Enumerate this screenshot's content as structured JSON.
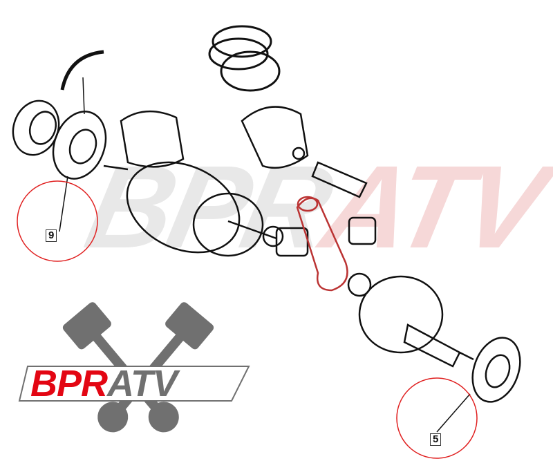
{
  "watermark": {
    "text_a": "BPR",
    "text_b": "ATV"
  },
  "callouts": [
    {
      "number": "9"
    },
    {
      "number": "5"
    }
  ],
  "logo": {
    "text_red": "BPR",
    "text_gray": "ATV",
    "colors": {
      "red": "#e30613",
      "gray": "#707070"
    }
  },
  "colors": {
    "callout_circle": "#e02020",
    "line_art": "#111111"
  }
}
